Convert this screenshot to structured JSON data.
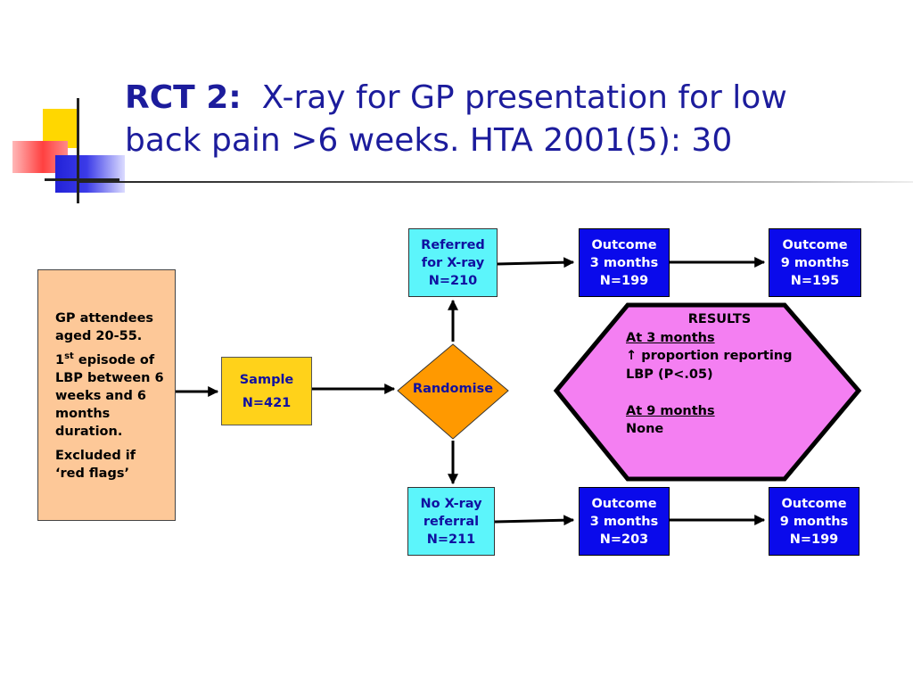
{
  "title": {
    "bold": "RCT 2:",
    "line1": "X-ray for GP presentation for low",
    "line2": "back pain >6 weeks. HTA 2001(5): 30"
  },
  "gp_box": {
    "p1": "GP attendees aged 20-55.",
    "p2_num": "1",
    "p2_sup": "st",
    "p2_rest": " episode of LBP between 6 weeks and 6 months duration.",
    "p3": "Excluded if ‘red flags’"
  },
  "sample": {
    "label": "Sample",
    "n": "N=421"
  },
  "randomise": "Randomise",
  "top_arm": {
    "referral": [
      "Referred",
      "for X-ray",
      "N=210"
    ],
    "outcome3": [
      "Outcome",
      "3 months",
      "N=199"
    ],
    "outcome9": [
      "Outcome",
      "9 months",
      "N=195"
    ]
  },
  "bottom_arm": {
    "referral": [
      "No X-ray",
      "referral",
      "N=211"
    ],
    "outcome3": [
      "Outcome",
      "3 months",
      "N=203"
    ],
    "outcome9": [
      "Outcome",
      "9 months",
      "N=199"
    ]
  },
  "results": {
    "heading": "RESULTS",
    "at3": "At 3 months",
    "arrow_glyph": "↑",
    "at3_line1": " proportion reporting",
    "at3_line2": "LBP (P<.05)",
    "at9": "At 9 months",
    "at9_value": "None"
  },
  "colors": {
    "title": "#1c1c9c",
    "cyan_box": "#5cf5fb",
    "blue_box": "#0a0aeb",
    "yellow_box": "#ffd21a",
    "orange_box": "#fdc898",
    "diamond": "#ff9900",
    "hexagon": "#f47ff2"
  }
}
